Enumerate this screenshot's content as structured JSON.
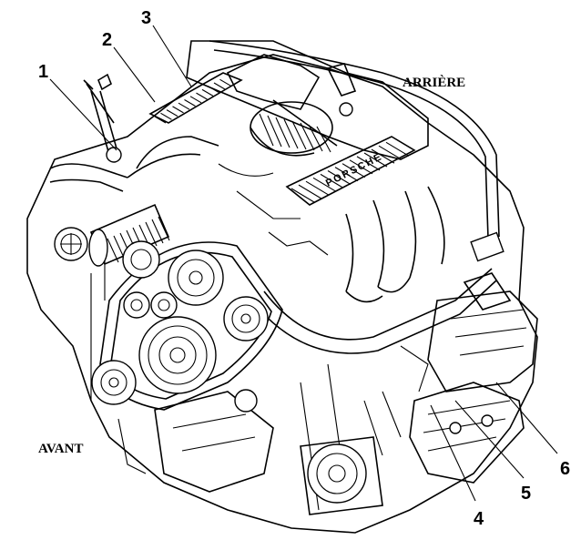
{
  "labels": {
    "rear": "ARRIÈRE",
    "front": "AVANT",
    "brand": "PORSCHE"
  },
  "callouts": [
    "1",
    "2",
    "3",
    "4",
    "5",
    "6"
  ],
  "colors": {
    "ink": "#000000",
    "paper": "#ffffff"
  }
}
